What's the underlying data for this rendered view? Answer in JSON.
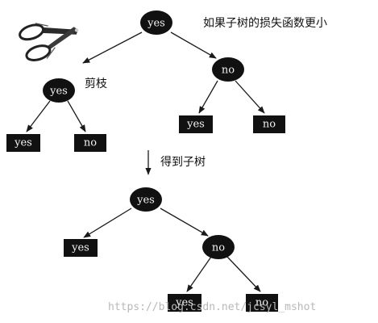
{
  "annotations": {
    "condition": "如果子树的损失函数更小",
    "prune": "剪枝",
    "result": "得到子树"
  },
  "watermark": "https://blog.csdn.net/jcsyl_mshot",
  "tree_before": {
    "root": "yes",
    "left_child": "yes",
    "right_child": "no",
    "left_leaves": [
      "yes",
      "no"
    ],
    "right_leaves": [
      "yes",
      "no"
    ]
  },
  "tree_after": {
    "root": "yes",
    "left_leaf": "yes",
    "right_child": "no",
    "right_leaves": [
      "yes",
      "no"
    ]
  },
  "icons": {
    "scissors": "scissors-icon",
    "arrow": "down-arrow-icon"
  }
}
